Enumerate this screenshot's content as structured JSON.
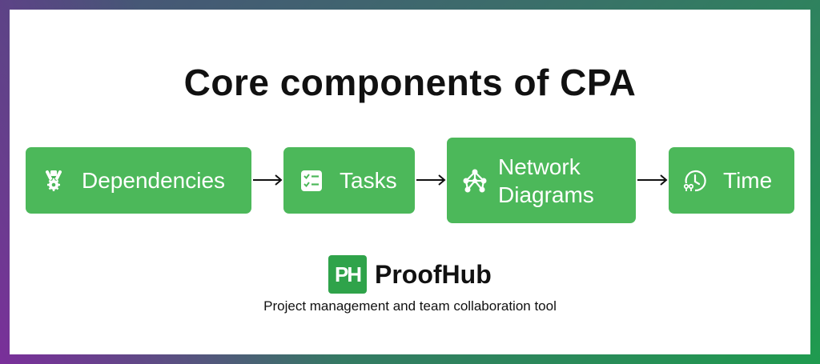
{
  "title": "Core components of CPA",
  "nodes": [
    {
      "label": "Dependencies",
      "icon": "dependencies-gear-icon"
    },
    {
      "label": "Tasks",
      "icon": "task-checklist-icon"
    },
    {
      "label": "Network Diagrams",
      "icon": "network-diagram-icon"
    },
    {
      "label": "Time",
      "icon": "clock-time-icon"
    }
  ],
  "flow": "Dependencies → Tasks → Network Diagrams → Time",
  "brand": {
    "logo_text": "PH",
    "name": "ProofHub",
    "tagline": "Project management and team collaboration tool"
  },
  "colors": {
    "node_fill": "#4cb85a",
    "logo_fill": "#2fa34a",
    "text": "#111111",
    "border_gradient": [
      "#4a4f7a",
      "#1f9b4f",
      "#7a2f9a"
    ]
  }
}
